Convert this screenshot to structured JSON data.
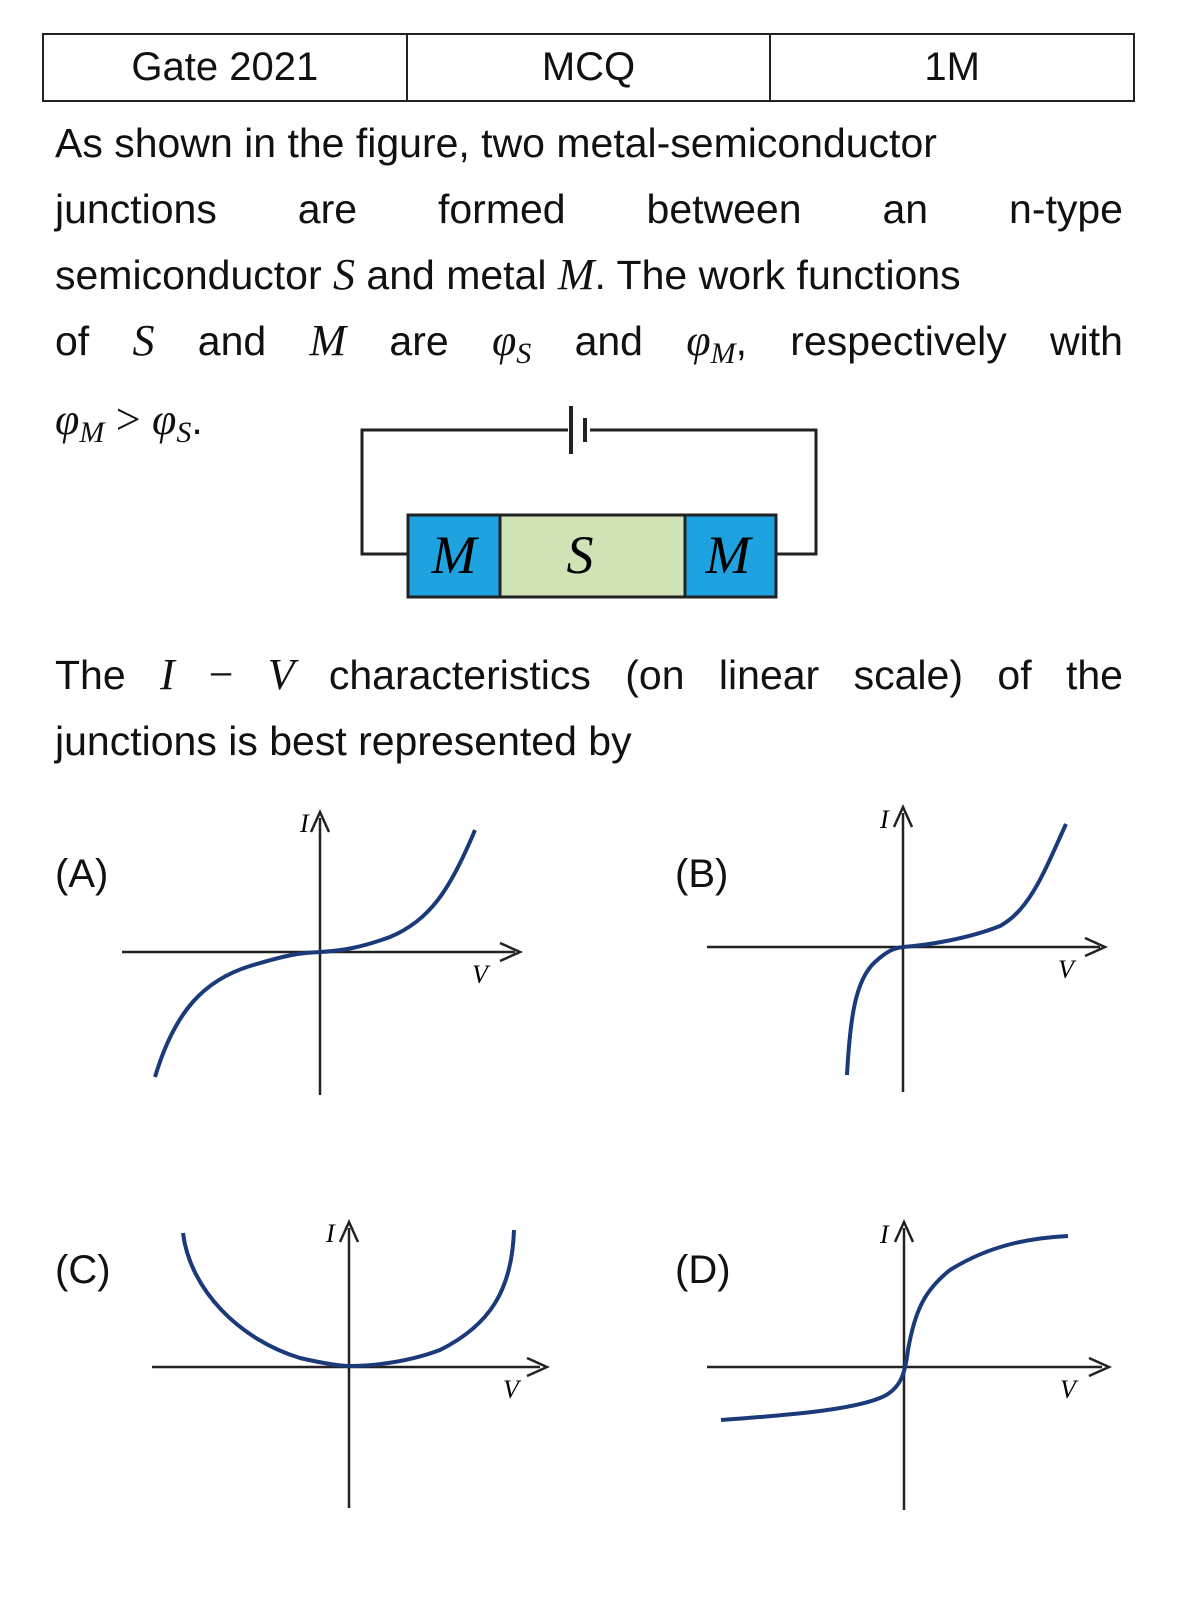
{
  "header": {
    "exam": "Gate 2021",
    "type": "MCQ",
    "marks": "1M"
  },
  "question": {
    "line1": "As shown in the figure, two metal-semiconductor",
    "line2_words": [
      "junctions",
      "are",
      "formed",
      "between",
      "an",
      "n-type"
    ],
    "line3_a": "semiconductor ",
    "S": "S",
    "line3_b": " and metal ",
    "M": "M",
    "line3_c": ". The work functions",
    "line4_of": "of",
    "line4_and": "and",
    "line4_are": "are",
    "line4_and2": "and",
    "line4_resp": ", respectively with",
    "phi": "φ",
    "sub_S": "S",
    "sub_M": "M",
    "gt": ">",
    "period": ".",
    "line5_a": "The ",
    "I": "I",
    "dash": " − ",
    "V": "V",
    "line5_b": " characteristics (on linear scale) of the",
    "line6": "junctions is best represented by"
  },
  "circuit": {
    "left_block": "M",
    "middle_block": "S",
    "right_block": "M",
    "metal_color": "#1fa3e0",
    "semi_color": "#cfe3b6"
  },
  "options": [
    {
      "label": "(A)",
      "axis_y": "I",
      "axis_x": "V"
    },
    {
      "label": "(B)",
      "axis_y": "I",
      "axis_x": "V"
    },
    {
      "label": "(C)",
      "axis_y": "I",
      "axis_x": "V"
    },
    {
      "label": "(D)",
      "axis_y": "I",
      "axis_x": "V"
    }
  ],
  "colors": {
    "curve": "#1a3a7a",
    "text": "#111111"
  }
}
